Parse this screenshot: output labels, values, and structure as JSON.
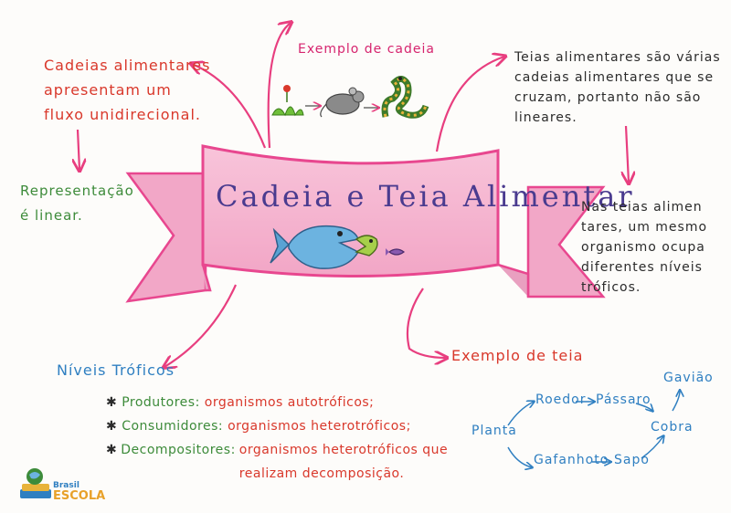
{
  "title": "Cadeia e Teia Alimentar",
  "left_note_1": "Cadeias alimentares\napresentam um\nfluxo unidirecional.",
  "left_note_2": "Representação\né linear.",
  "chain_example_label": "Exemplo de cadeia",
  "right_note_1": "Teias alimentares são várias\ncadeias alimentares que se\ncruzam, portanto não são\nlineares.",
  "right_note_2": "Nas teias alimen\ntares, um mesmo\norganismo ocupa\ndiferentes níveis\ntróficos.",
  "trophic": {
    "heading": "Níveis Tróficos",
    "items": [
      {
        "term": "Produtores:",
        "desc": "organismos autotróficos;"
      },
      {
        "term": "Consumidores:",
        "desc": "organismos heterotróficos;"
      },
      {
        "term": "Decompositores:",
        "desc": "organismos heterotróficos que\nrealizam decomposição."
      }
    ]
  },
  "web_example_label": "Exemplo de teia",
  "web": {
    "nodes": {
      "planta": "Planta",
      "roedor": "Roedor",
      "passaro": "Pássaro",
      "gaviao": "Gavião",
      "cobra": "Cobra",
      "gafanhoto": "Gafanhoto",
      "sapo": "Sapo"
    }
  },
  "logo": {
    "line1": "Brasil",
    "line2": "ESCOLA"
  },
  "colors": {
    "banner_pink": "#f6b3d0",
    "banner_border": "#e8478f",
    "arrow_pink": "#e83e7f",
    "text_red": "#d9382b",
    "text_green": "#3d8b3a",
    "text_blue": "#2f7fc1"
  }
}
